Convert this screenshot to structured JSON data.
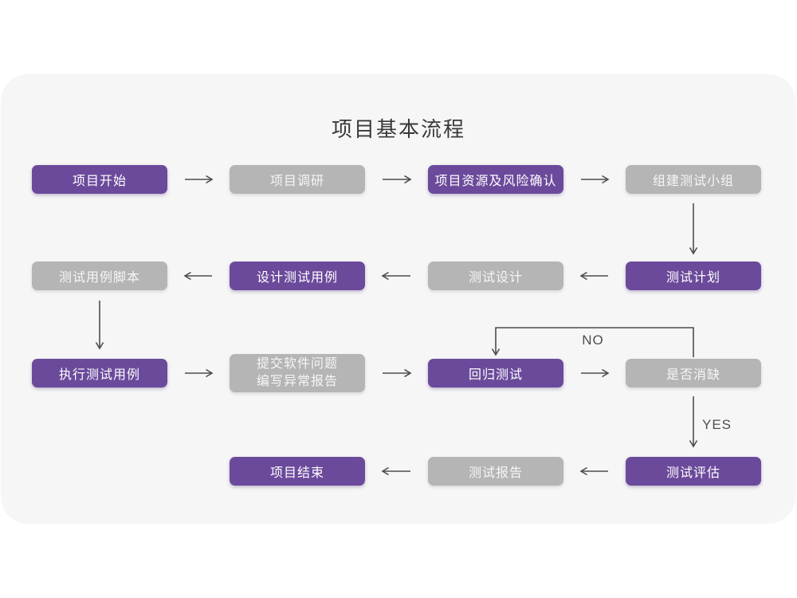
{
  "page": {
    "title": "项目基本流程"
  },
  "colors": {
    "primary_node": "#6b4a9b",
    "secondary_node": "#b5b5b5",
    "card_background": "#f6f6f6",
    "arrow": "#4d4d4d",
    "title_text": "#3a3a3a"
  },
  "flow": {
    "nodes": [
      {
        "id": "project-start",
        "label": "项目开始",
        "variant": "primary"
      },
      {
        "id": "project-research",
        "label": "项目调研",
        "variant": "secondary"
      },
      {
        "id": "resource-risk-confirm",
        "label": "项目资源及风险确认",
        "variant": "primary"
      },
      {
        "id": "build-test-team",
        "label": "组建测试小组",
        "variant": "secondary"
      },
      {
        "id": "test-case-script",
        "label": "测试用例脚本",
        "variant": "secondary"
      },
      {
        "id": "design-test-case",
        "label": "设计测试用例",
        "variant": "primary"
      },
      {
        "id": "test-design",
        "label": "测试设计",
        "variant": "secondary"
      },
      {
        "id": "test-plan",
        "label": "测试计划",
        "variant": "primary"
      },
      {
        "id": "execute-test-case",
        "label": "执行测试用例",
        "variant": "primary"
      },
      {
        "id": "submit-issue-report",
        "label": "提交软件问题\n编写异常报告",
        "variant": "secondary"
      },
      {
        "id": "regression-test",
        "label": "回归测试",
        "variant": "primary"
      },
      {
        "id": "defect-cleared",
        "label": "是否消缺",
        "variant": "secondary"
      },
      {
        "id": "project-end",
        "label": "项目结束",
        "variant": "primary"
      },
      {
        "id": "test-report",
        "label": "测试报告",
        "variant": "secondary"
      },
      {
        "id": "test-evaluate",
        "label": "测试评估",
        "variant": "primary"
      }
    ],
    "edge_labels": {
      "no": "NO",
      "yes": "YES"
    }
  }
}
